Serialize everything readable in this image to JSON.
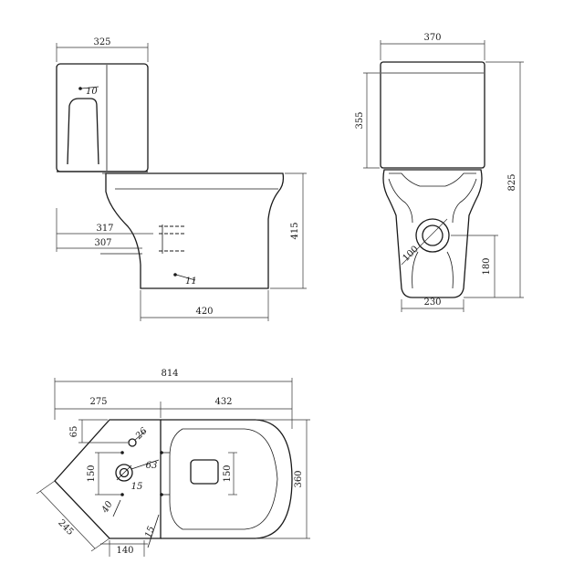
{
  "side_view": {
    "dims": {
      "cistern_width": "325",
      "pan_depth_317": "317",
      "pan_depth_307": "307",
      "pan_height": "415",
      "base_length": "420",
      "cistern_hole": "10",
      "base_hole": "11"
    }
  },
  "front_view": {
    "dims": {
      "width": "370",
      "cistern_height": "355",
      "total_height": "825",
      "outlet_height": "180",
      "base_width": "230",
      "outlet_diameter": "100"
    }
  },
  "top_view": {
    "dims": {
      "total_length": "814",
      "corner_section": "275",
      "pan_section": "432",
      "offset_65": "65",
      "spacing_150_left": "150",
      "spacing_150_right": "150",
      "width": "360",
      "diagonal": "245",
      "spacing_140": "140",
      "hole_26": "26",
      "hole_63": "63",
      "hole_15_upper": "15",
      "hole_40": "40",
      "hole_15_lower": "15"
    }
  }
}
